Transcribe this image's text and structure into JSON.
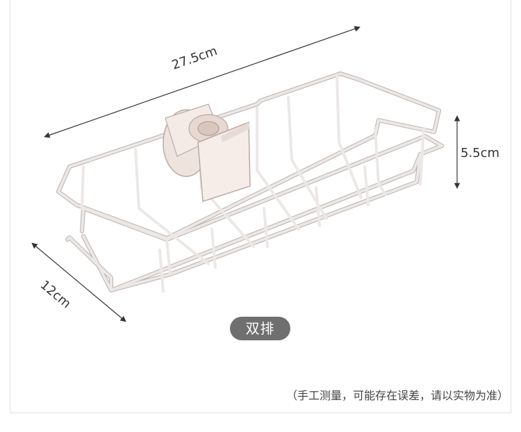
{
  "dimensions": {
    "length": "27.5cm",
    "height": "5.5cm",
    "width": "12cm"
  },
  "product": {
    "variant_label": "双排",
    "colors": {
      "wire": "#e9e4e2",
      "wire_edge": "#b9b1ae",
      "clip": "#efe3dd",
      "badge": "#6f6f6f"
    }
  },
  "footnote": "（手工测量，可能存在误差，请以实物为准）"
}
